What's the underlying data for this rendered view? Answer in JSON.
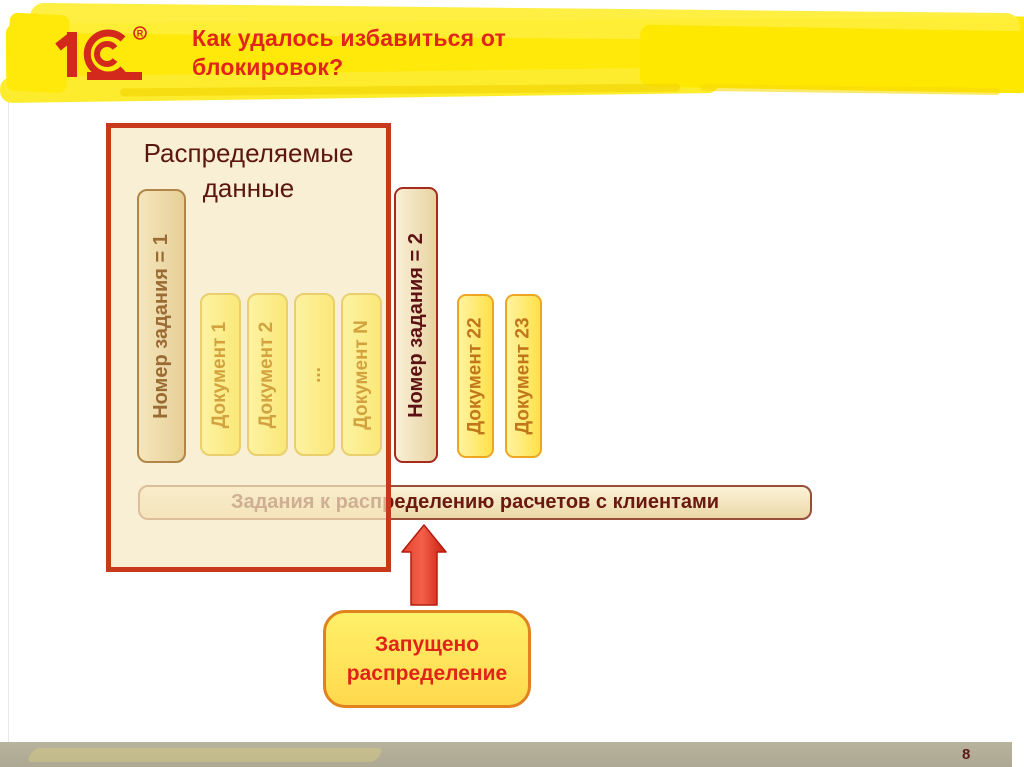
{
  "header": {
    "title_line1": "Как удалось избавиться от",
    "title_line2": "блокировок?",
    "logo": "1С",
    "registered_mark": "®"
  },
  "colors": {
    "title_red": "#e1251b",
    "logo_red": "#d3291d",
    "highlight_yellow": "#ffe90a",
    "box_border_red": "#c8391b",
    "callout_yellow": "#ffe14a",
    "footer_gray": "#b4ae98"
  },
  "diagram": {
    "box_title_line1": "Распределяемые",
    "box_title_line2": "данные",
    "task1": {
      "label": "Номер задания = 1",
      "documents": [
        "Документ 1",
        "Документ 2",
        "...",
        "Документ N"
      ]
    },
    "task2": {
      "label": "Номер задания = 2",
      "documents": [
        "Документ 22",
        "Документ 23"
      ]
    },
    "queue_bar_label": "Задания к распределению расчетов с клиентами",
    "callout_label": "Запущено распределение"
  },
  "footer": {
    "page_number": "8"
  }
}
